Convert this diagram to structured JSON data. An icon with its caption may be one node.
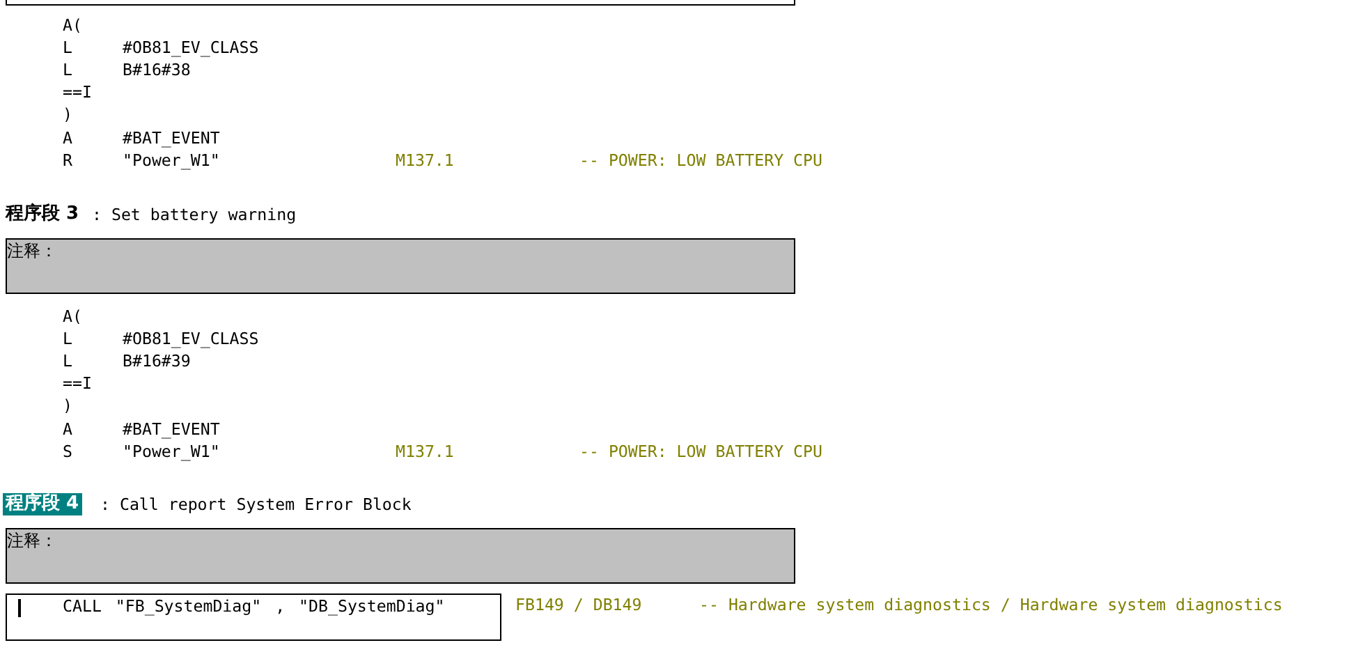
{
  "diagram": {
    "nodes": [
      {
        "text": [],
        "shape": "box"
      },
      {
        "text": [
          "注释："
        ]
      },
      {
        "text": [
          "注释："
        ]
      },
      {
        "text": [
          "CALL \"FB_SystemDiag\" , \"DB_SystemDiag\""
        ]
      }
    ],
    "labels": [
      "A(",
      "L",
      "#OB81_EV_CLASS",
      "L",
      "B#16#38",
      "==I",
      ")",
      "A",
      "#BAT_EVENT",
      "R",
      "\"Power_W1\"",
      "M137.1",
      "-- POWER: LOW BATTERY CPU",
      "程序段 3",
      ": Set battery warning",
      "A(",
      "L",
      "#OB81_EV_CLASS",
      "L",
      "B#16#39",
      "==I",
      ")",
      "A",
      "#BAT_EVENT",
      "S",
      "\"Power_W1\"",
      "M137.1",
      "-- POWER: LOW BATTERY CPU",
      "程序段 4",
      ": Call report System Error Block",
      "FB149 / DB149",
      "-- Hardware system diagnostics / Hardware system diagnostics"
    ]
  }
}
